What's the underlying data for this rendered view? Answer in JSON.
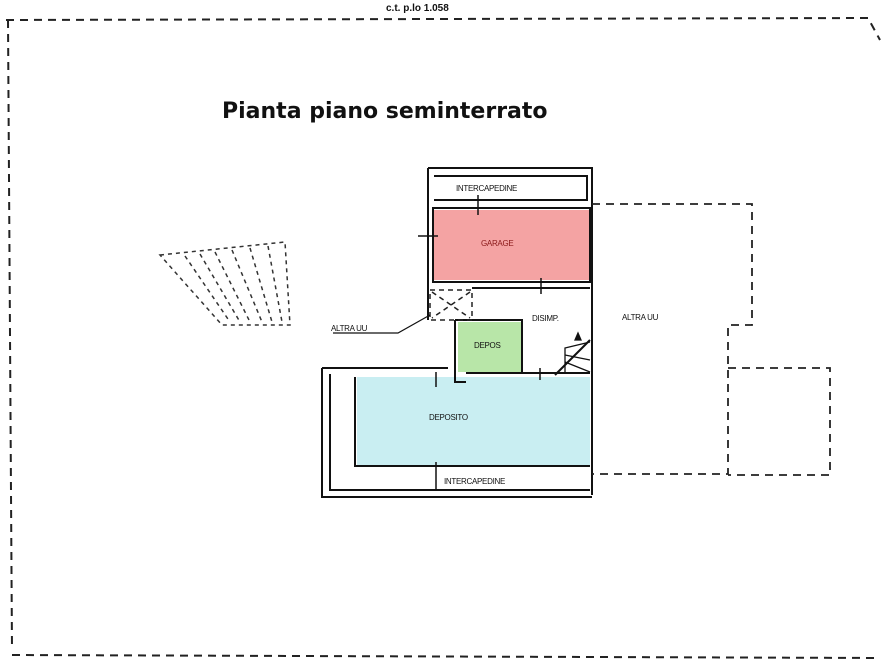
{
  "title": "Pianta piano seminterrato",
  "top_note": "c.t. p.lo 1.058",
  "rooms": {
    "intercapedine_top": "INTERCAPEDINE",
    "garage": "GARAGE",
    "disimpegno": "DISIMP.",
    "depos": "DEPOS",
    "deposito": "DEPOSITO",
    "intercapedine_bottom": "INTERCAPEDINE",
    "altra_uu_left": "ALTRA UU",
    "altra_uu_right": "ALTRA UU"
  },
  "colors": {
    "garage": "#f4a3a3",
    "depos": "#b8e6a8",
    "deposito": "#c9eef2"
  }
}
